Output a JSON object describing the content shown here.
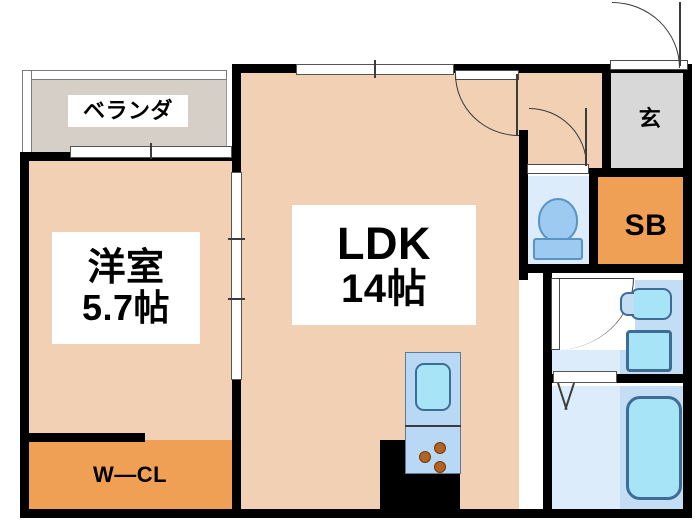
{
  "plan": {
    "type": "apartment-floor-plan",
    "layout_code": "1LDK",
    "rooms": [
      {
        "key": "balcony",
        "label": "ベランダ",
        "label_en": "Balcony",
        "fill": "#d6cfc8"
      },
      {
        "key": "western_room",
        "label": "洋室",
        "size": "5.7帖",
        "fill": "#f2d0b4"
      },
      {
        "key": "ldk",
        "label": "LDK",
        "size": "14帖",
        "fill": "#f2d0b4"
      },
      {
        "key": "walk_in_closet",
        "label": "W—CL",
        "fill": "#f0a055"
      },
      {
        "key": "shoe_box",
        "label": "SB",
        "fill": "#f0a055"
      },
      {
        "key": "genkan",
        "label": "玄",
        "fill": "#d8d8d8"
      },
      {
        "key": "toilet",
        "label": "",
        "fill": "#dcecfb"
      },
      {
        "key": "washroom",
        "label": "",
        "fill": "#dcecfb"
      },
      {
        "key": "bath",
        "label": "",
        "fill": "#dcecfb"
      }
    ],
    "fixtures": [
      {
        "name": "toilet"
      },
      {
        "name": "wash-basin"
      },
      {
        "name": "washing-machine-pan"
      },
      {
        "name": "bathtub"
      },
      {
        "name": "kitchen-sink"
      },
      {
        "name": "gas-stove",
        "burners": 3
      }
    ],
    "colors": {
      "wall": "#000000",
      "room": "#f2d0b4",
      "closet": "#f0a055",
      "genkan": "#d8d8d8",
      "balcony": "#d6cfc8",
      "water": "#dcecfb",
      "fixture": "#a8e4f7",
      "burner": "#b3631f"
    }
  },
  "labels": {
    "balcony": "ベランダ",
    "western_room_name": "洋室",
    "western_room_size": "5.7帖",
    "ldk_name": "LDK",
    "ldk_size": "14帖",
    "walk_in_closet": "W—CL",
    "shoe_box": "SB",
    "genkan": "玄"
  }
}
